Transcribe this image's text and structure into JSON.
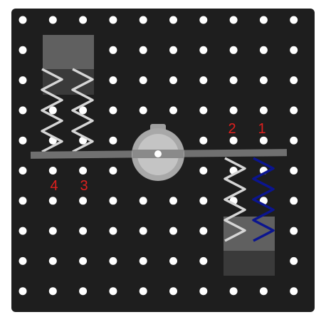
{
  "colors": {
    "board": "#1e1e1e",
    "peg_dot": "#ffffff",
    "label": "#e0201e",
    "lever": "#707070",
    "block": "#606060",
    "block_dark": "#3a3a3a",
    "spring_light": "#d6d6d6",
    "spring_blue": "#0b158f",
    "pivot_outer": "#a8a8a8",
    "pivot_inner": "#c8c8c8"
  },
  "labels": {
    "spring_1": "1",
    "spring_2": "2",
    "spring_3": "3",
    "spring_4": "4"
  },
  "icons": {
    "pivot": "pivot-hub-icon"
  }
}
